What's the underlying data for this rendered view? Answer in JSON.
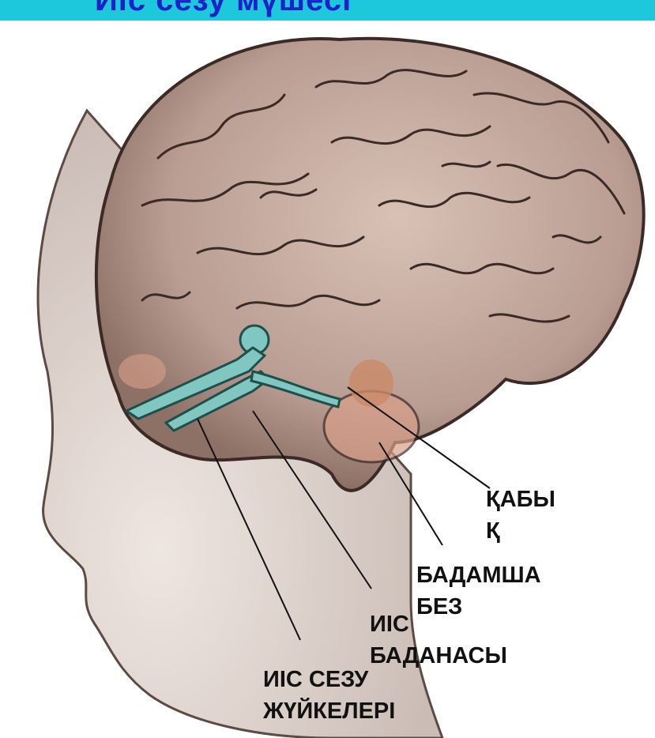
{
  "header": {
    "title": "Иіс сезу мүшесі",
    "bar_color": "#1ec8dc",
    "title_color": "#1d22c8"
  },
  "figure": {
    "subject": "brain-head-illustration"
  },
  "labels": {
    "kabyk": "ҚАБЫ\nҚ",
    "badamsha_bez": "БАДАМША\nБЕЗ",
    "iis_badanasy": "ИІС\nБАДАНАСЫ",
    "iis_sezu": "ИІС СЕЗУ\nЖҮЙКЕЛЕРІ"
  }
}
